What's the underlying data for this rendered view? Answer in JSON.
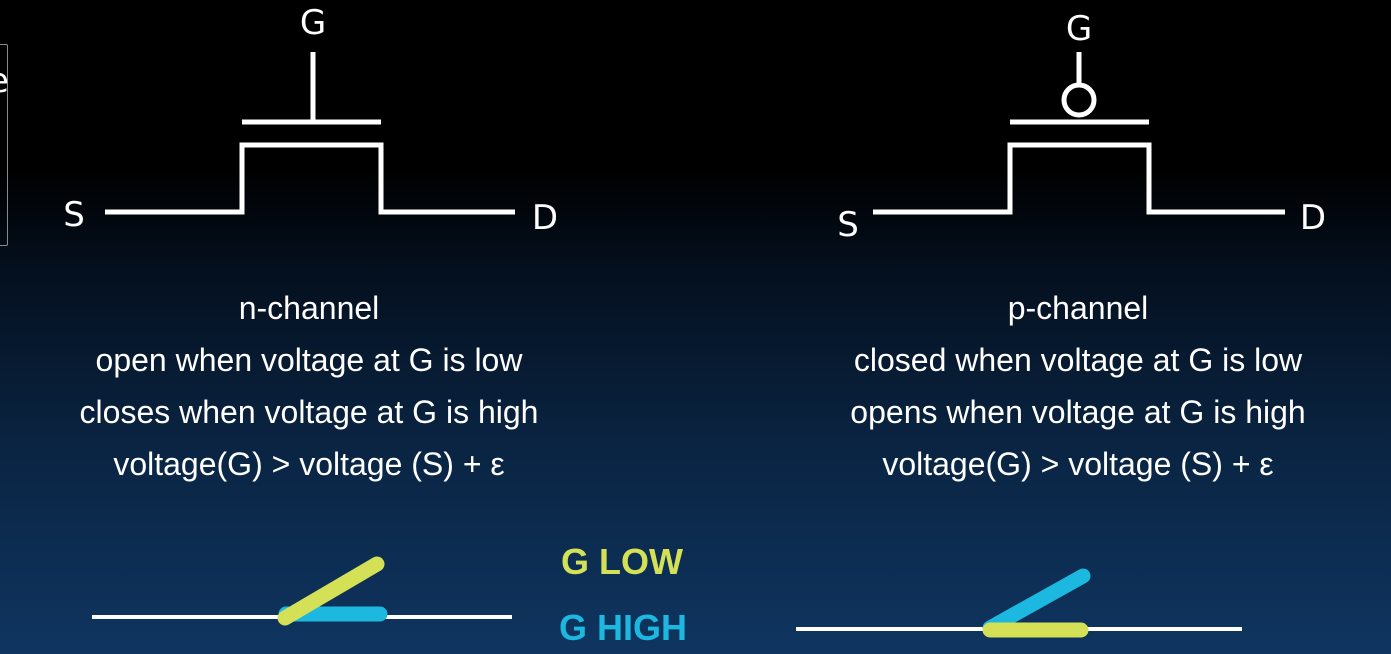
{
  "left_cut_glyph": "e",
  "nmos": {
    "gate_label": "G",
    "source_label": "S",
    "drain_label": "D",
    "lines": [
      "n-channel",
      "open when voltage at G is low",
      "closes when voltage at G is high",
      "voltage(G) > voltage (S) + ε"
    ]
  },
  "pmos": {
    "gate_label": "G",
    "source_label": "S",
    "drain_label": "D",
    "lines": [
      "p-channel",
      "closed when voltage at G is low",
      "opens when voltage at G is high",
      "voltage(G) > voltage (S) + ε"
    ]
  },
  "legend": {
    "low_label": "G LOW",
    "high_label": "G HIGH",
    "low_color": "#d4e157",
    "high_color": "#1cb8e0"
  },
  "colors": {
    "wire": "#ffffff",
    "background_top": "#000000",
    "background_bottom": "#0f3560"
  }
}
